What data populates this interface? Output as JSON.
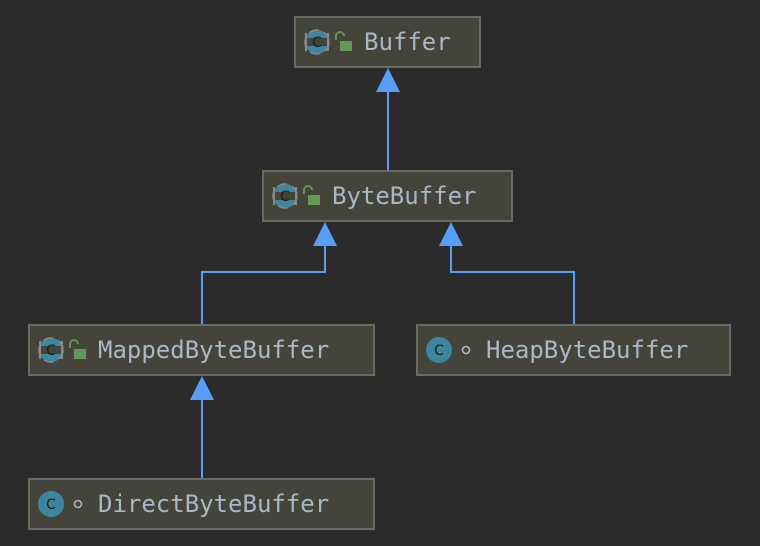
{
  "diagram": {
    "nodes": [
      {
        "id": "buffer",
        "label": "Buffer",
        "kind": "abstract-class",
        "visibility": "public"
      },
      {
        "id": "bytebuffer",
        "label": "ByteBuffer",
        "kind": "abstract-class",
        "visibility": "public"
      },
      {
        "id": "mapped",
        "label": "MappedByteBuffer",
        "kind": "abstract-class",
        "visibility": "public"
      },
      {
        "id": "heap",
        "label": "HeapByteBuffer",
        "kind": "class",
        "visibility": "package-private"
      },
      {
        "id": "direct",
        "label": "DirectByteBuffer",
        "kind": "class",
        "visibility": "package-private"
      }
    ],
    "edges": [
      {
        "from": "bytebuffer",
        "to": "buffer",
        "type": "extends"
      },
      {
        "from": "mapped",
        "to": "bytebuffer",
        "type": "extends"
      },
      {
        "from": "heap",
        "to": "bytebuffer",
        "type": "extends"
      },
      {
        "from": "direct",
        "to": "mapped",
        "type": "extends"
      }
    ],
    "colors": {
      "background": "#2b2b2b",
      "node_fill": "#45443b",
      "node_border": "#6a6a63",
      "label": "#a9b7c6",
      "class_icon": "#3e86a0",
      "public_icon": "#629755",
      "arrow": "#589df6"
    },
    "icons": {
      "abstract_class": "abstract-class-icon",
      "class": "class-icon",
      "public": "unlocked-padlock-icon",
      "package_private": "package-private-dot-icon"
    }
  }
}
